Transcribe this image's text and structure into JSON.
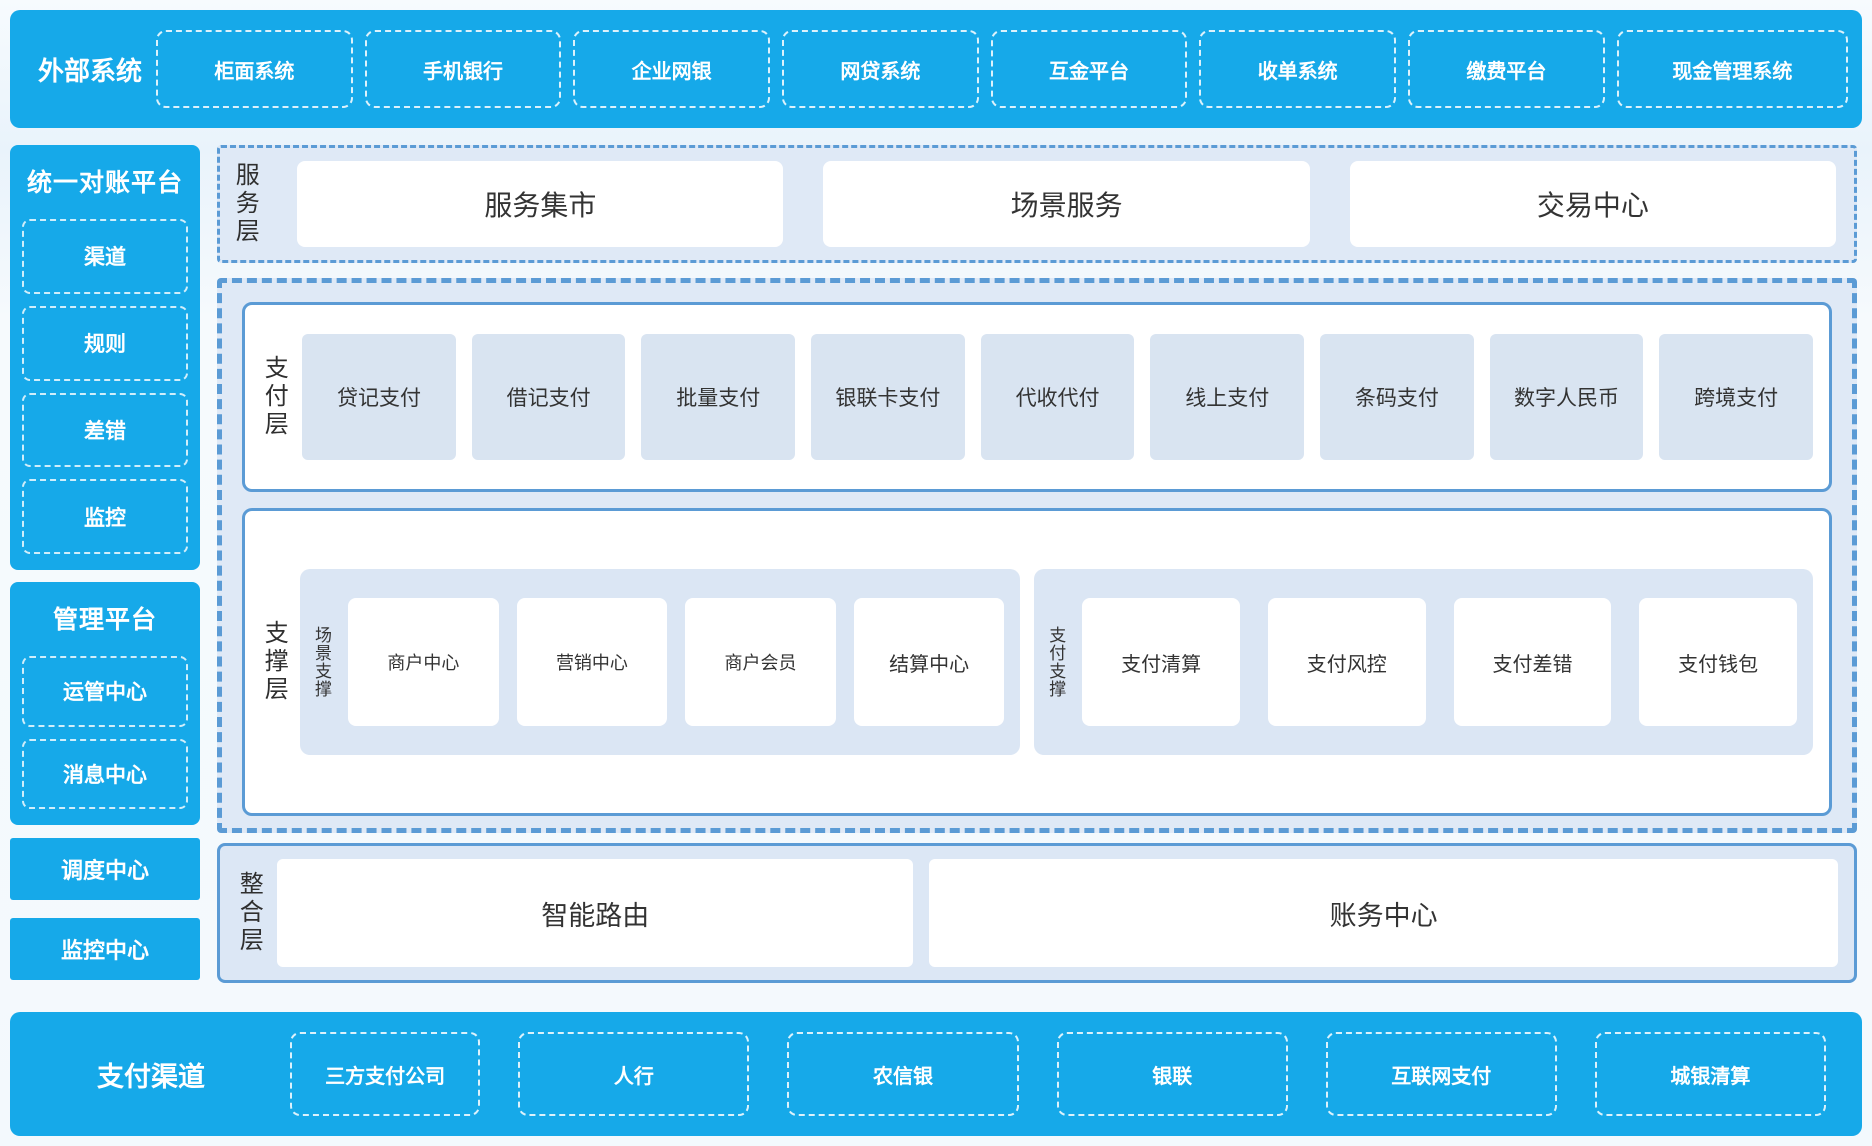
{
  "colors": {
    "accent_blue": "#16a9e9",
    "panel_light_blue": "#dfe9f6",
    "border_blue": "#5b9bd5",
    "item_fill_blue": "#d9e4f1",
    "text_dark": "#333333"
  },
  "external_systems": {
    "title": "外部系统",
    "items": [
      "柜面系统",
      "手机银行",
      "企业网银",
      "网贷系统",
      "互金平台",
      "收单系统",
      "缴费平台",
      "现金管理系统"
    ]
  },
  "sidebar": {
    "reconciliation": {
      "title": "统一对账平台",
      "items": [
        "渠道",
        "规则",
        "差错",
        "监控"
      ]
    },
    "management": {
      "title": "管理平台",
      "items": [
        "运管中心",
        "消息中心"
      ]
    },
    "scheduling_center": "调度中心",
    "monitoring_center": "监控中心"
  },
  "service_layer": {
    "label": "服务层",
    "items": [
      "服务集市",
      "场景服务",
      "交易中心"
    ]
  },
  "payment_layer": {
    "label": "支付层",
    "items": [
      "贷记支付",
      "借记支付",
      "批量支付",
      "银联卡支付",
      "代收代付",
      "线上支付",
      "条码支付",
      "数字人民币",
      "跨境支付"
    ]
  },
  "support_layer": {
    "label": "支撑层",
    "scene_group": {
      "label": "场景支撑",
      "items": [
        "商户中心",
        "营销中心",
        "商户会员",
        "结算中心"
      ]
    },
    "pay_group": {
      "label": "支付支撑",
      "items": [
        "支付清算",
        "支付风控",
        "支付差错",
        "支付钱包"
      ]
    }
  },
  "integration_layer": {
    "label": "整合层",
    "items": [
      "智能路由",
      "账务中心"
    ]
  },
  "payment_channels": {
    "title": "支付渠道",
    "items": [
      "三方支付公司",
      "人行",
      "农信银",
      "银联",
      "互联网支付",
      "城银清算"
    ]
  }
}
